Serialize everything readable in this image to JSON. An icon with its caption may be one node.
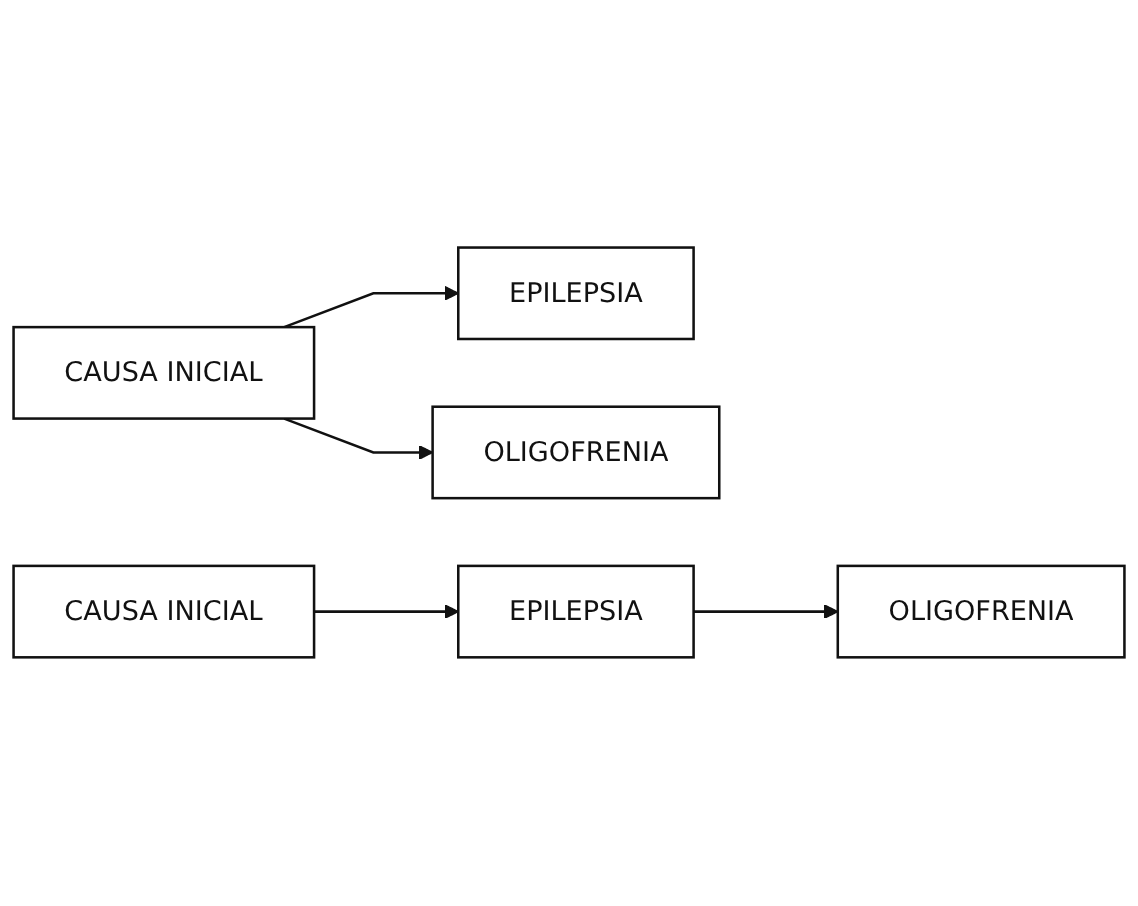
{
  "diagram": {
    "nodes": [
      {
        "text": [
          "CAUSA INICIAL"
        ]
      },
      {
        "text": [
          "EPILEPSIA"
        ]
      },
      {
        "text": [
          "OLIGOFRENIA"
        ]
      },
      {
        "text": [
          "CAUSA INICIAL"
        ]
      },
      {
        "text": [
          "EPILEPSIA"
        ]
      },
      {
        "text": [
          "OLIGOFRENIA"
        ]
      }
    ],
    "edges": [
      {
        "from": 0,
        "to": 1,
        "arrow": "to"
      },
      {
        "from": 0,
        "to": 2,
        "arrow": "to"
      },
      {
        "from": 3,
        "to": 4,
        "arrow": "to"
      },
      {
        "from": 4,
        "to": 5,
        "arrow": "to"
      }
    ]
  }
}
